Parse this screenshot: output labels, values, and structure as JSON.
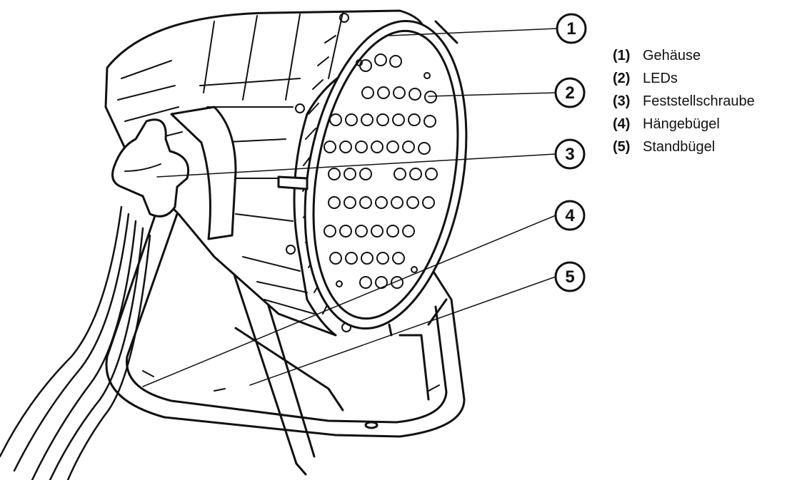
{
  "diagram": {
    "callouts": [
      {
        "number": "1"
      },
      {
        "number": "2"
      },
      {
        "number": "3"
      },
      {
        "number": "4"
      },
      {
        "number": "5"
      }
    ],
    "legend": [
      {
        "number": "(1)",
        "label": "Gehäuse"
      },
      {
        "number": "(2)",
        "label": "LEDs"
      },
      {
        "number": "(3)",
        "label": "Feststellschraube"
      },
      {
        "number": "(4)",
        "label": "Hängebügel"
      },
      {
        "number": "(5)",
        "label": "Standbügel"
      }
    ]
  },
  "colors": {
    "line": "#111111",
    "fill": "#ffffff",
    "hatch": "#888888"
  }
}
